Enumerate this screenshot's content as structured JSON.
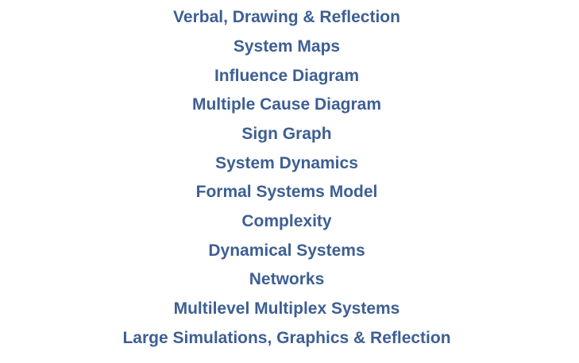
{
  "colors": {
    "text": "#3d5f93",
    "background": "#ffffff"
  },
  "items": [
    "Verbal, Drawing & Reflection",
    "System Maps",
    "Influence Diagram",
    "Multiple Cause Diagram",
    "Sign Graph",
    "System Dynamics",
    "Formal Systems Model",
    "Complexity",
    "Dynamical Systems",
    "Networks",
    "Multilevel Multiplex Systems",
    "Large Simulations, Graphics & Reflection"
  ]
}
